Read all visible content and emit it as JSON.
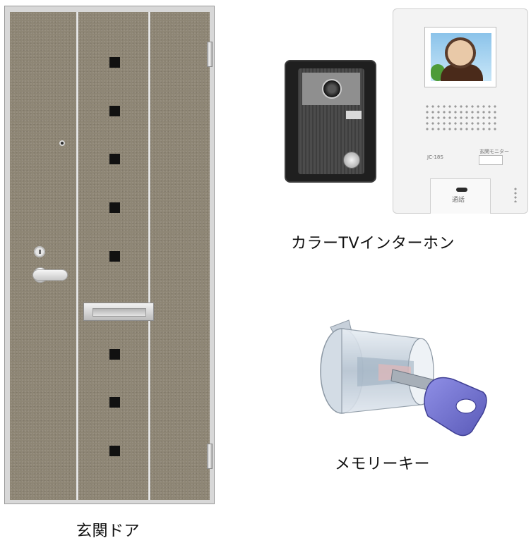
{
  "captions": {
    "door": "玄関ドア",
    "intercom": "カラーTVインターホン",
    "memory_key": "メモリーキー"
  },
  "intercom_monitor": {
    "model": "JC-18S",
    "door_monitor_label": "玄関モニター",
    "talk_label": "通話"
  },
  "colors": {
    "door_panel": "#8e8675",
    "camera_unit": "#1f1f1f",
    "monitor_body": "#f3f3f3",
    "key_head": "#6f6fd0"
  }
}
